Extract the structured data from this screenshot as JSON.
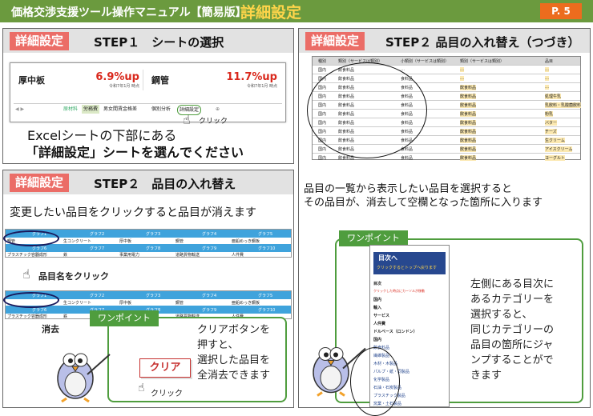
{
  "header": {
    "title": "価格交渉支援ツール操作マニュアル【簡易版】",
    "section": "詳細設定",
    "page": "P. 5"
  },
  "colors": {
    "header": "#6b9a3e",
    "tag": "#eb6d67",
    "accent_red": "#d9281c",
    "blue_header": "#3fa3dc",
    "onepoint": "#4f9d3e",
    "page_badge": "#ec6c1e"
  },
  "panel1": {
    "tag": "詳細設定",
    "title": "STEP１　シートの選択",
    "cards": [
      {
        "name": "厚中板",
        "pct": "6.9%up",
        "date": "令和7年1月 時点"
      },
      {
        "name": "鋼管",
        "pct": "11.7%up",
        "date": "令和7年1月 時点"
      }
    ],
    "tabs": [
      "原材料",
      "労務費",
      "男女間賃金格差",
      "個別分析",
      "詳細設定",
      "⊕"
    ],
    "click": "クリック",
    "line1": "Excelシートの下部にある",
    "line2": "「詳細設定」シートを選んでください"
  },
  "panel2": {
    "tag": "詳細設定",
    "title": "STEP２　品目の入れ替え",
    "desc": "変更したい品目をクリックすると品目が消えます",
    "headers": [
      "グラフ1",
      "グラフ2",
      "グラフ3",
      "グラフ4",
      "グラフ5"
    ],
    "row1": [
      "鋼管",
      "生コンクリート",
      "厚中板",
      "鋼管",
      "亜鉛めっき鋼板"
    ],
    "headers2": [
      "グラフ6",
      "グラフ7",
      "グラフ8",
      "グラフ9",
      "グラフ10"
    ],
    "row2": [
      "プラスチック容器成形",
      "鉄",
      "事業用電力",
      "道路貨物輸送",
      "人件費"
    ],
    "row1b": [
      "",
      "生コンクリート",
      "厚中板",
      "鋼管",
      "亜鉛めっき鋼板"
    ],
    "click_item": "品目名をクリック",
    "erase": "消去",
    "onepoint": "ワンポイント",
    "clear_btn": "クリア",
    "click": "クリック",
    "note": [
      "クリアボタンを",
      "押すと、",
      "選択した品目を",
      "全消去できます"
    ]
  },
  "panel3": {
    "tag": "詳細設定",
    "title": "STEP２ 品目の入れ替え（つづき）",
    "cols": [
      "種別",
      "類別（サービスは類別）",
      "小類別（サービスは類別）",
      "類別（サービスは類別）",
      "品目"
    ],
    "rows": [
      [
        "国内",
        "飲食料品",
        "…",
        "…",
        "…"
      ],
      [
        "国内",
        "飲食料品",
        "食料品",
        "…",
        "…"
      ],
      [
        "国内",
        "飲食料品",
        "食料品",
        "飲食料品",
        "…"
      ],
      [
        "国内",
        "飲食料品",
        "食料品",
        "飲食料品",
        "処理牛乳"
      ],
      [
        "国内",
        "飲食料品",
        "食料品",
        "飲食料品",
        "乳飲料・乳酸菌飲料"
      ],
      [
        "国内",
        "飲食料品",
        "食料品",
        "飲食料品",
        "粉乳"
      ],
      [
        "国内",
        "飲食料品",
        "食料品",
        "飲食料品",
        "バター"
      ],
      [
        "国内",
        "飲食料品",
        "食料品",
        "飲食料品",
        "チーズ"
      ],
      [
        "国内",
        "飲食料品",
        "食料品",
        "飲食料品",
        "生クリーム"
      ],
      [
        "国内",
        "飲食料品",
        "食料品",
        "飲食料品",
        "アイスクリーム"
      ],
      [
        "国内",
        "飲食料品",
        "食料品",
        "飲食料品",
        "ヨーグルト"
      ]
    ],
    "desc1": "品目の一覧から表示したい品目を選択すると",
    "desc2": "その品目が、消去して空欄となった箇所に入ります",
    "onepoint": "ワンポイント",
    "toc_head": "目次へ",
    "toc_sub": "クリックするとトップへ戻ります",
    "toc_title": "目次",
    "toc_hint": "クリックした時点にカーソルが移動",
    "toc_items": [
      "国内",
      "輸入",
      "サービス",
      "人件費",
      "ドルベース（ロンドン）",
      "国内",
      "飲食料品",
      "繊維製品",
      "木材・木製品",
      "パルプ・紙・同製品",
      "化学製品",
      "石油・石炭製品",
      "プラスチック製品",
      "窯業・土石製品"
    ],
    "note": [
      "左側にある目次に",
      "あるカテゴリーを",
      "選択すると、",
      "同じカテゴリーの",
      "品目の箇所にジャ",
      "ンプすることがで",
      "きます"
    ]
  }
}
